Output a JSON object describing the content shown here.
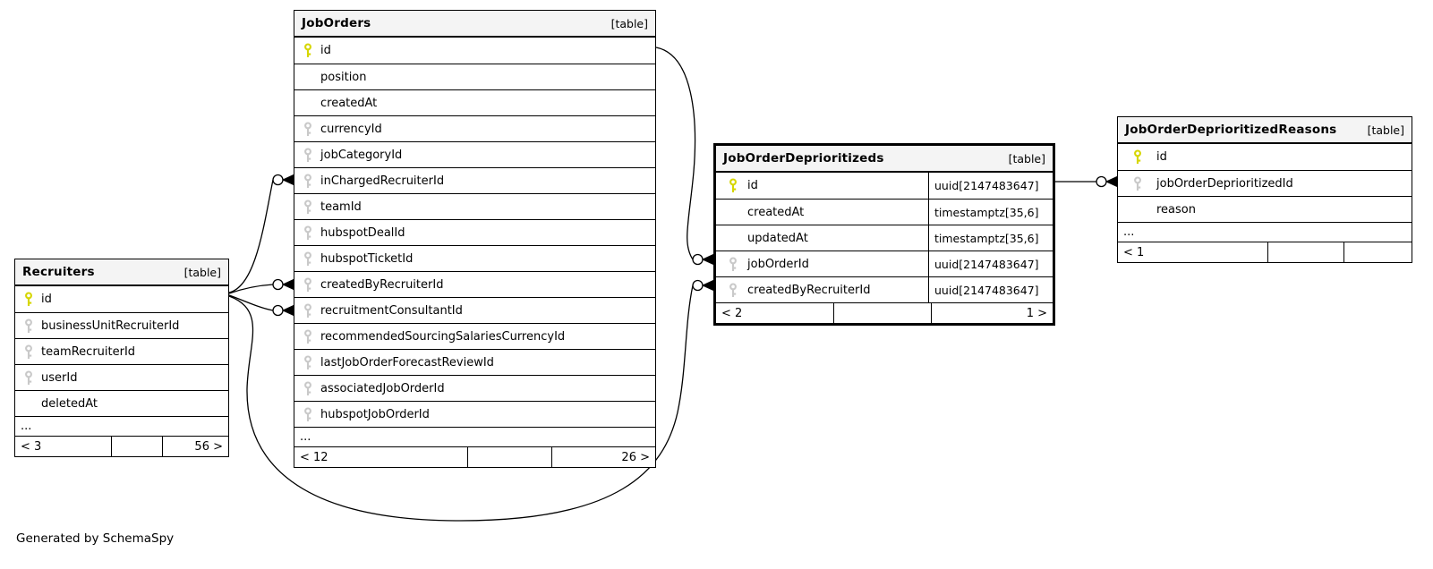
{
  "diagram": {
    "note": "Generated by SchemaSpy",
    "badge_label": "[table]",
    "colors": {
      "primary_key": "#d6d600",
      "foreign_key": "#c9c9c9",
      "header_bg": "#f4f4f4",
      "line": "#000000"
    },
    "tables": [
      {
        "id": "recruiters",
        "name": "Recruiters",
        "badge": "[table]",
        "columns": [
          {
            "name": "id",
            "key": "primary"
          },
          {
            "name": "businessUnitRecruiterId",
            "key": "foreign"
          },
          {
            "name": "teamRecruiterId",
            "key": "foreign"
          },
          {
            "name": "userId",
            "key": "foreign"
          },
          {
            "name": "deletedAt",
            "key": null
          },
          {
            "name": "...",
            "ellipsis": true
          }
        ],
        "footer": {
          "left": "< 3",
          "mid": "",
          "right": "56 >"
        }
      },
      {
        "id": "joborders",
        "name": "JobOrders",
        "badge": "[table]",
        "columns": [
          {
            "name": "id",
            "key": "primary"
          },
          {
            "name": "position",
            "key": null
          },
          {
            "name": "createdAt",
            "key": null
          },
          {
            "name": "currencyId",
            "key": "foreign"
          },
          {
            "name": "jobCategoryId",
            "key": "foreign"
          },
          {
            "name": "inChargedRecruiterId",
            "key": "foreign"
          },
          {
            "name": "teamId",
            "key": "foreign"
          },
          {
            "name": "hubspotDealId",
            "key": "foreign"
          },
          {
            "name": "hubspotTicketId",
            "key": "foreign"
          },
          {
            "name": "createdByRecruiterId",
            "key": "foreign"
          },
          {
            "name": "recruitmentConsultantId",
            "key": "foreign"
          },
          {
            "name": "recommendedSourcingSalariesCurrencyId",
            "key": "foreign"
          },
          {
            "name": "lastJobOrderForecastReviewId",
            "key": "foreign"
          },
          {
            "name": "associatedJobOrderId",
            "key": "foreign"
          },
          {
            "name": "hubspotJobOrderId",
            "key": "foreign"
          },
          {
            "name": "...",
            "ellipsis": true
          }
        ],
        "footer": {
          "left": "< 12",
          "mid": "",
          "right": "26 >"
        }
      },
      {
        "id": "deprioritizeds",
        "name": "JobOrderDeprioritizeds",
        "badge": "[table]",
        "columns": [
          {
            "name": "id",
            "key": "primary",
            "type": "uuid[2147483647]"
          },
          {
            "name": "createdAt",
            "key": null,
            "type": "timestamptz[35,6]"
          },
          {
            "name": "updatedAt",
            "key": null,
            "type": "timestamptz[35,6]"
          },
          {
            "name": "jobOrderId",
            "key": "foreign",
            "type": "uuid[2147483647]"
          },
          {
            "name": "createdByRecruiterId",
            "key": "foreign",
            "type": "uuid[2147483647]"
          }
        ],
        "footer": {
          "left": "< 2",
          "mid": "",
          "right": "1 >"
        }
      },
      {
        "id": "reasons",
        "name": "JobOrderDeprioritizedReasons",
        "badge": "[table]",
        "columns": [
          {
            "name": "id",
            "key": "primary"
          },
          {
            "name": "jobOrderDeprioritizedId",
            "key": "foreign"
          },
          {
            "name": "reason",
            "key": null
          },
          {
            "name": "...",
            "ellipsis": true
          }
        ],
        "footer": {
          "left": "< 1",
          "mid": "",
          "right": ""
        }
      }
    ],
    "relationships": [
      {
        "from": "Recruiters.id",
        "to": "JobOrders.inChargedRecruiterId"
      },
      {
        "from": "Recruiters.id",
        "to": "JobOrders.createdByRecruiterId"
      },
      {
        "from": "Recruiters.id",
        "to": "JobOrders.recruitmentConsultantId"
      },
      {
        "from": "Recruiters.id",
        "to": "JobOrderDeprioritizeds.createdByRecruiterId"
      },
      {
        "from": "JobOrders.id",
        "to": "JobOrderDeprioritizeds.jobOrderId"
      },
      {
        "from": "JobOrderDeprioritizeds.id",
        "to": "JobOrderDeprioritizedReasons.jobOrderDeprioritizedId"
      }
    ]
  }
}
